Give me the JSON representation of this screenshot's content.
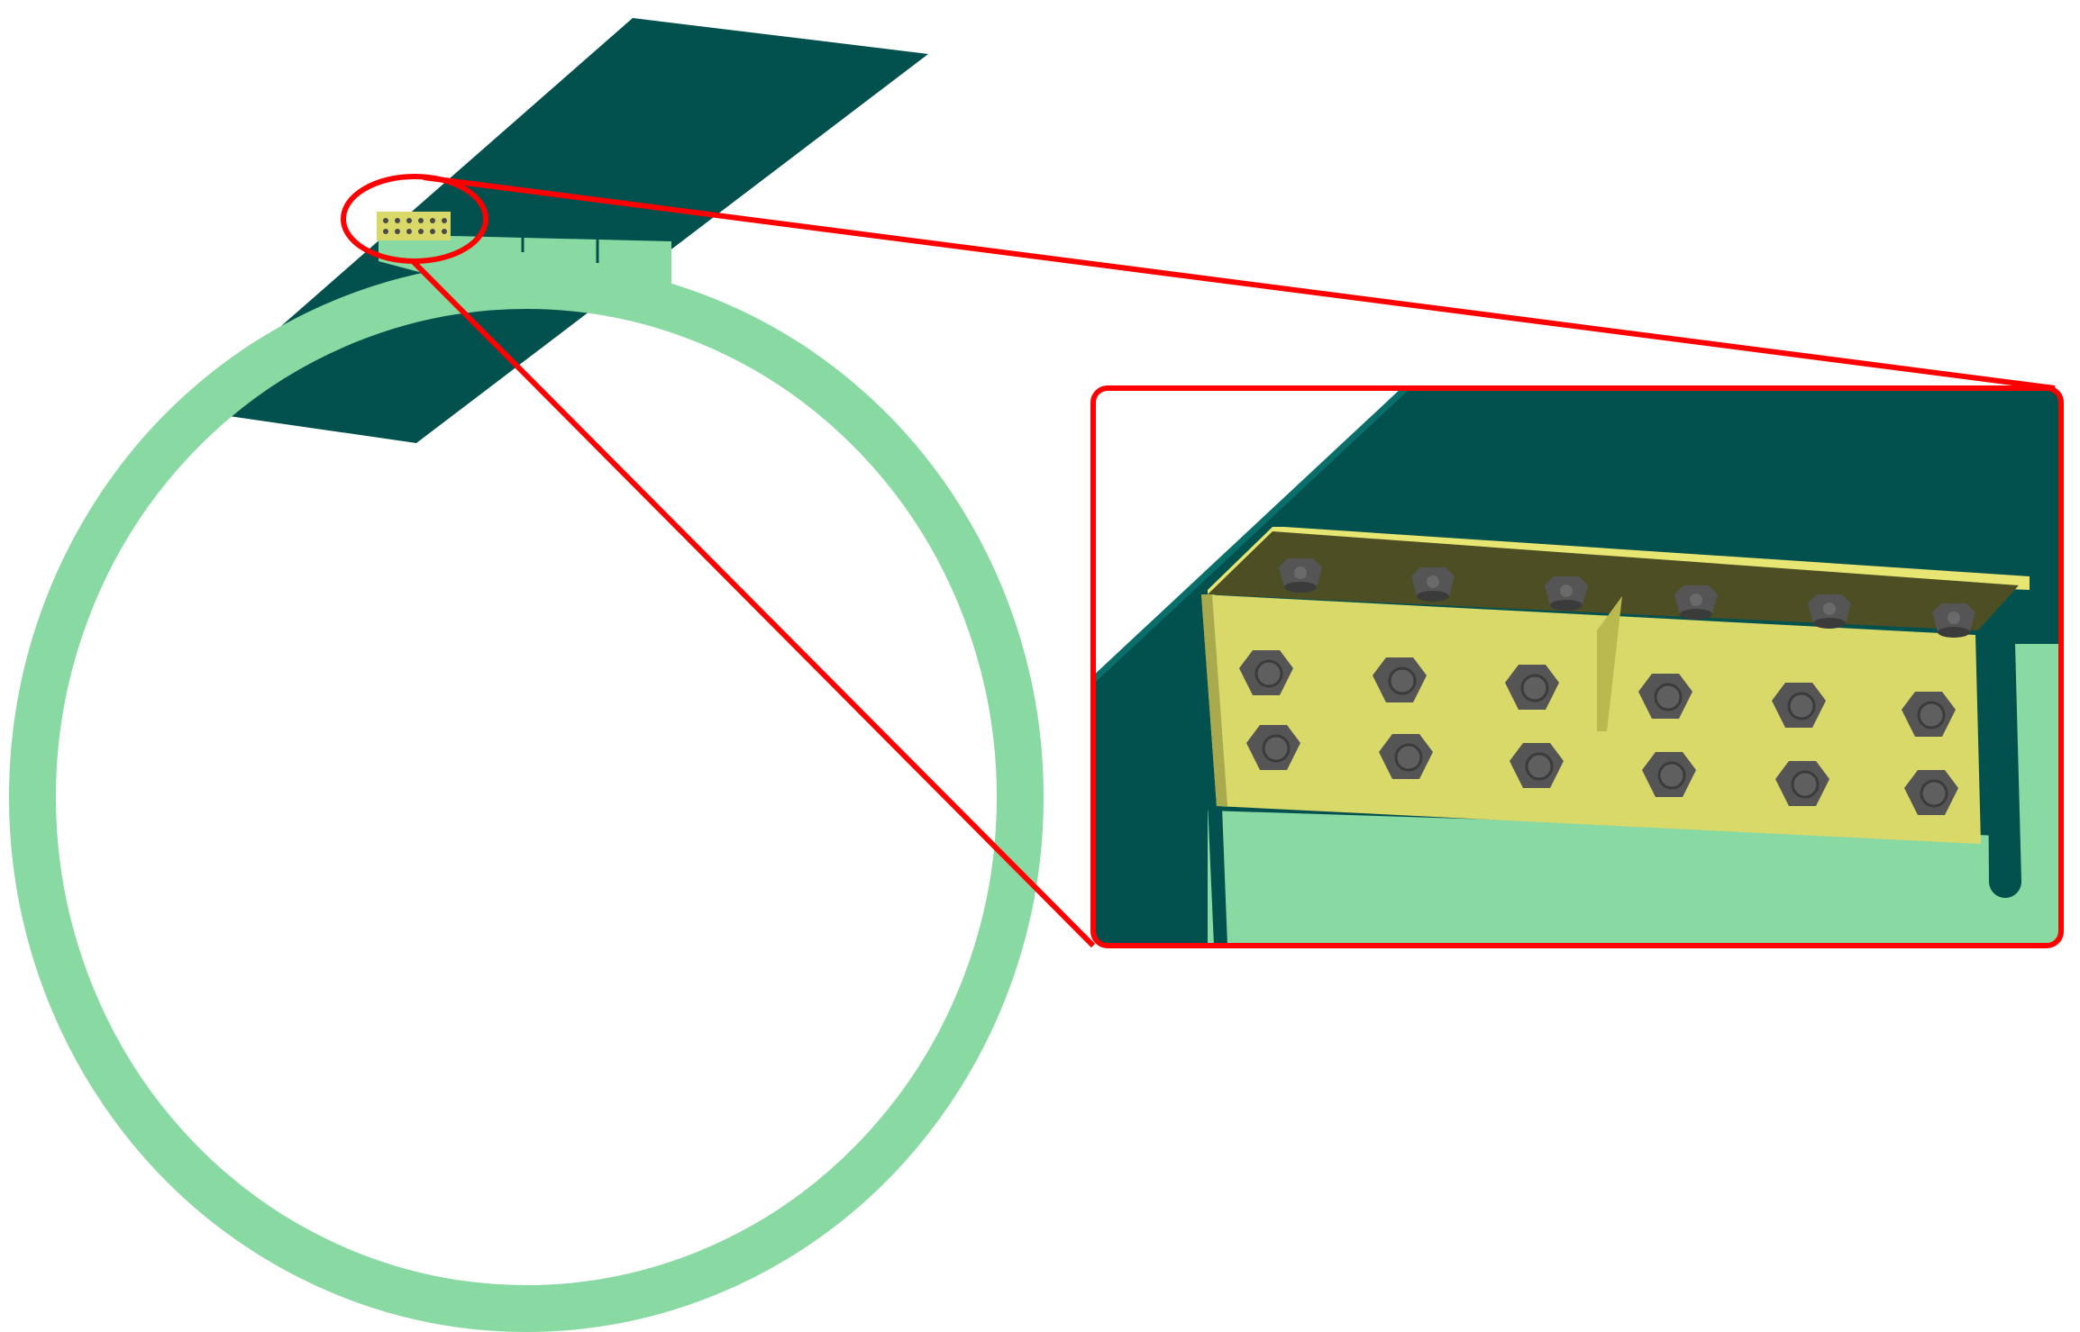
{
  "figure": {
    "main_view": {
      "components": [
        "deck-plate",
        "ring-frame",
        "web-stiffener",
        "bolted-splice-connection"
      ]
    },
    "detail_view": {
      "highlight_shape": "ellipse",
      "callout_shape": "rounded-rectangle",
      "top_bolt_count": 6,
      "bolt_rows": 2,
      "bolts_per_row": 6
    }
  },
  "colors": {
    "deck": "#03514f",
    "deck_edge": "#0a6e6a",
    "ring": "#89d9a3",
    "plate": "#d9d96a",
    "plate_top": "#e8e672",
    "plate_shadow": "#4d4e24",
    "bolt": "#555555",
    "bolt_dark": "#3b3b3b",
    "callout": "#ff0000",
    "background": "#ffffff"
  }
}
